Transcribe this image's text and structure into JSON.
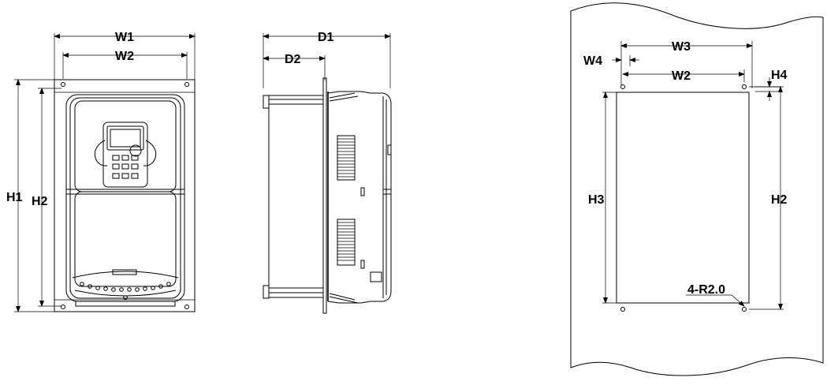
{
  "front_view": {
    "labels": {
      "w1": "W1",
      "w2": "W2",
      "h1": "H1",
      "h2": "H2"
    }
  },
  "side_view": {
    "labels": {
      "d1": "D1",
      "d2": "D2"
    }
  },
  "mounting_view": {
    "labels": {
      "w3": "W3",
      "w4": "W4",
      "w2": "W2",
      "h4": "H4",
      "h3": "H3",
      "h2": "H2",
      "hole_note": "4-R2.0"
    }
  }
}
